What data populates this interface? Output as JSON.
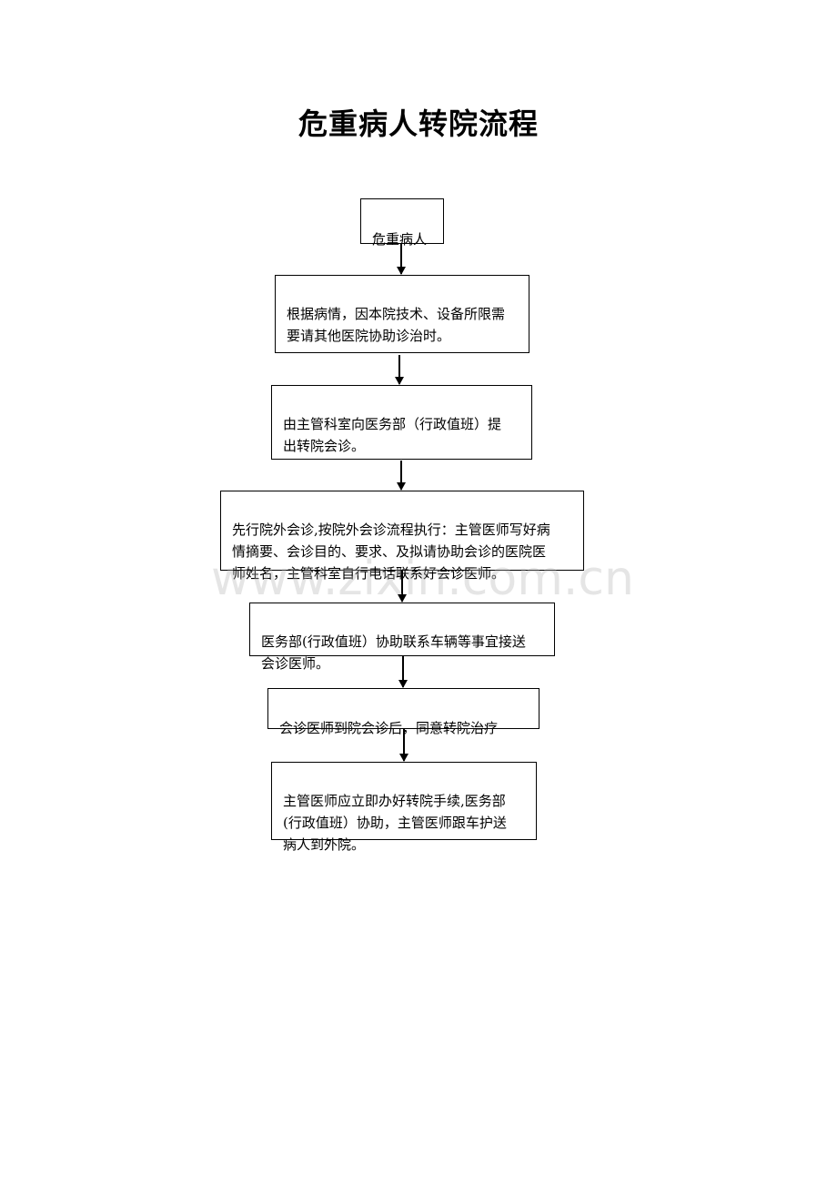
{
  "title": "危重病人转院流程",
  "steps": [
    {
      "text": "危重病人"
    },
    {
      "text": "根据病情，因本院技术、设备所限需\n要请其他医院协助诊治时。"
    },
    {
      "text": "由主管科室向医务部（行政值班）提\n出转院会诊。"
    },
    {
      "text": "先行院外会诊,按院外会诊流程执行：主管医师写好病\n情摘要、会诊目的、要求、及拟请协助会诊的医院医\n师姓名，主管科室自行电话联系好会诊医师。"
    },
    {
      "text": "医务部(行政值班）协助联系车辆等事宜接送\n会诊医师。"
    },
    {
      "text": "会诊医师到院会诊后，同意转院治疗"
    },
    {
      "text": "主管医师应立即办好转院手续,医务部\n(行政值班）协助，主管医师跟车护送\n病人到外院。"
    }
  ],
  "watermark": "www.zixin.com.cn"
}
